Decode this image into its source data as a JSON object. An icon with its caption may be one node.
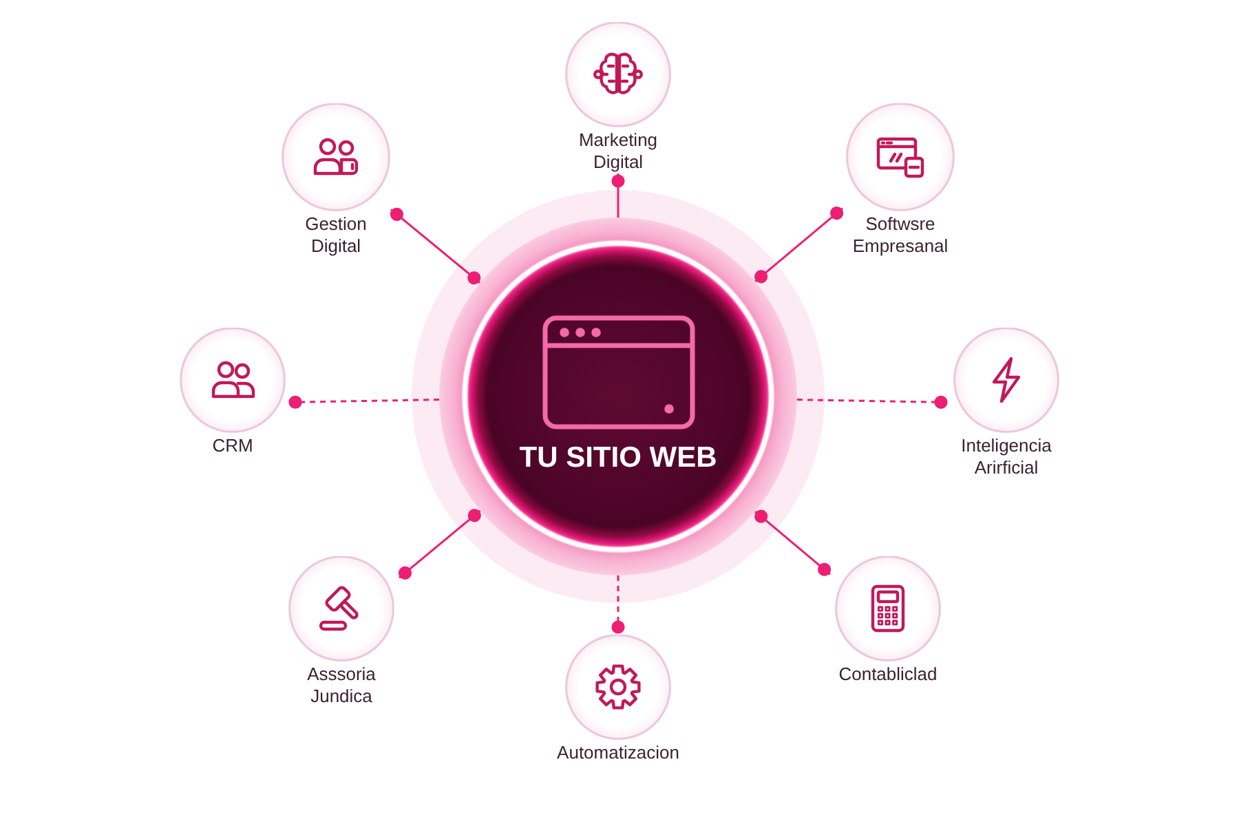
{
  "diagram": {
    "nodes": [
      {
        "text": [
          "Marketing Digital"
        ]
      },
      {
        "text": [
          "Gestion Digital"
        ]
      },
      {
        "text": [
          "Softwsre Empresanal"
        ]
      },
      {
        "text": [
          "TU SITIO WEB"
        ]
      },
      {
        "text": [
          "CRM"
        ]
      },
      {
        "text": [
          "Inteligencia Arirficial"
        ]
      },
      {
        "text": [
          "Asssoria Jundica"
        ]
      },
      {
        "text": [
          "Contabliclad"
        ]
      },
      {
        "text": [
          "Automatizacion"
        ]
      }
    ],
    "edges": [
      {
        "from": 3,
        "to": 0,
        "arrow": "other"
      },
      {
        "from": 3,
        "to": 1,
        "arrow": "other"
      },
      {
        "from": 3,
        "to": 2,
        "arrow": "other"
      },
      {
        "from": 3,
        "to": 4,
        "arrow": "other",
        "style": "dashed"
      },
      {
        "from": 3,
        "to": 5,
        "arrow": "other",
        "style": "dashed"
      },
      {
        "from": 3,
        "to": 6,
        "arrow": "other"
      },
      {
        "from": 3,
        "to": 7,
        "arrow": "other"
      },
      {
        "from": 3,
        "to": 8,
        "arrow": "other",
        "style": "dashed"
      }
    ]
  }
}
